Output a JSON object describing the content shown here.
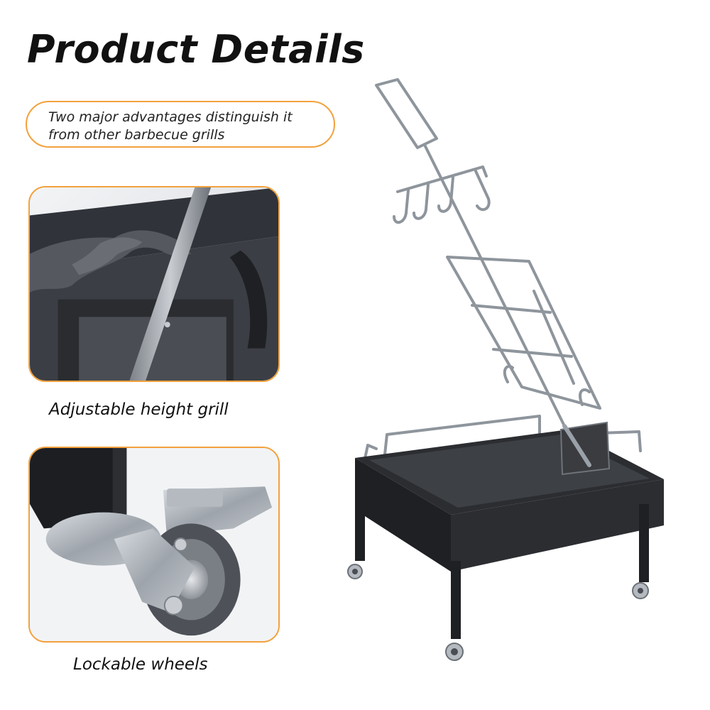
{
  "page": {
    "title": "Product Details",
    "intro": {
      "line1": "Two major advantages distinguish it",
      "line2": "from other barbecue grills"
    }
  },
  "features": [
    {
      "caption": "Adjustable height grill",
      "image": "notched height bracket close-up"
    },
    {
      "caption": "Lockable wheels",
      "image": "locking caster wheel close-up"
    }
  ],
  "colors": {
    "accent": "#f3a13c",
    "text": "#111111",
    "grill_body": "#2b2d31",
    "steel": "#9aa1a8"
  },
  "icons": [
    "grill-product-image"
  ]
}
